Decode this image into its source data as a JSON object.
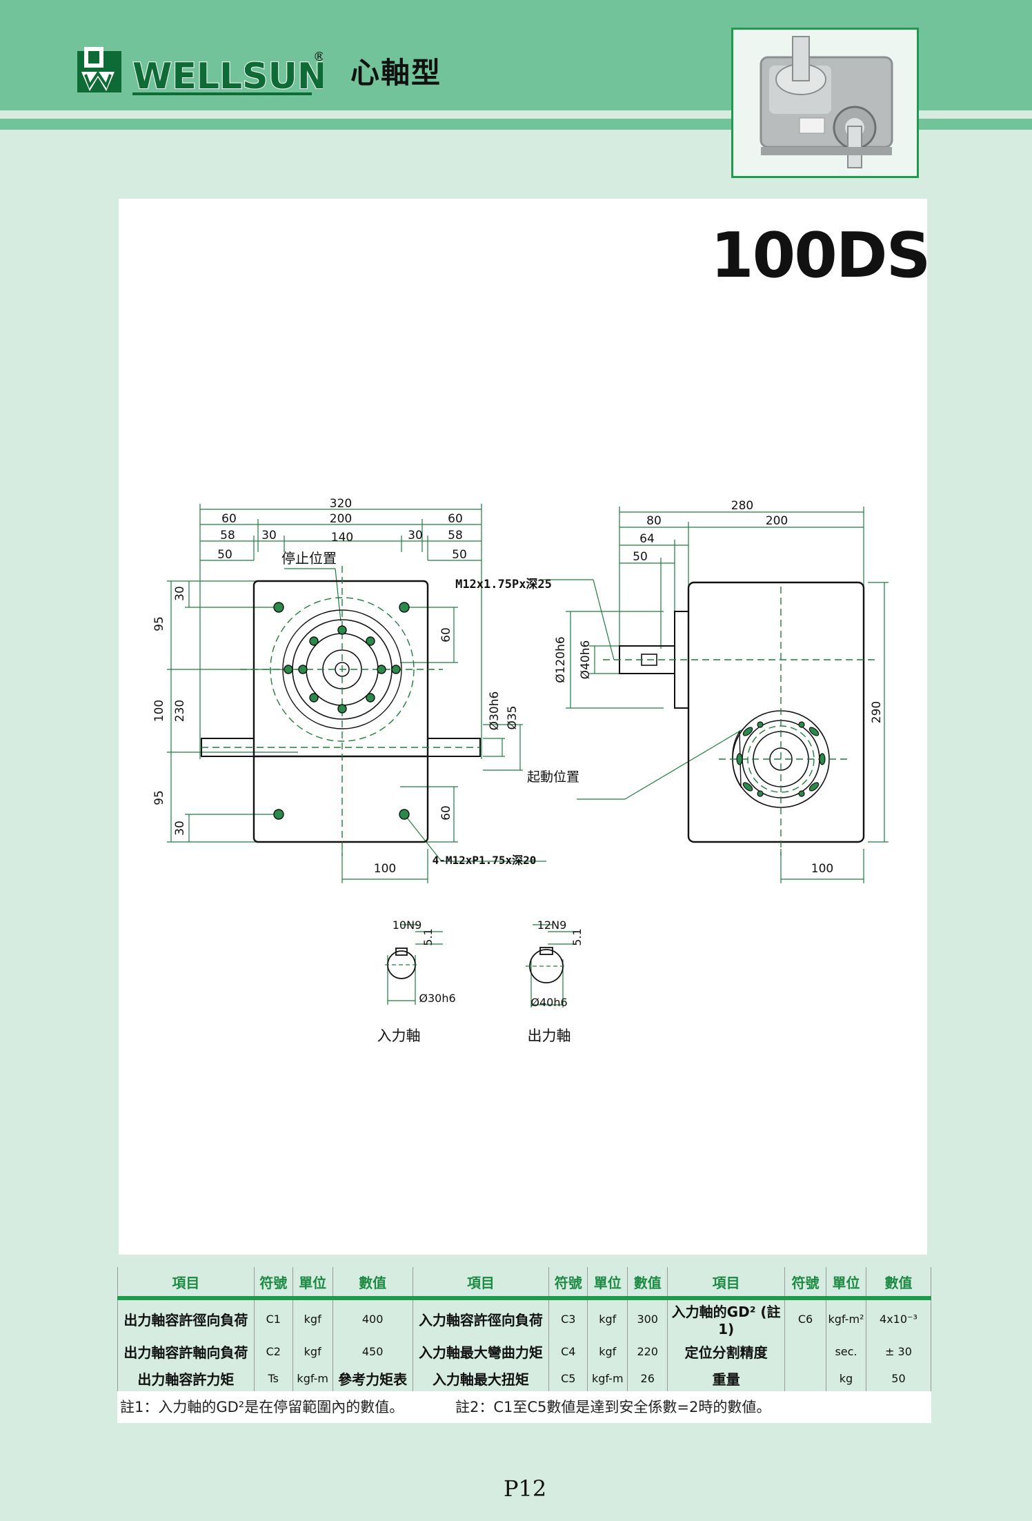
{
  "header": {
    "brand": "WELLSUN",
    "registered": "®",
    "product_type": "心軸型",
    "colors": {
      "band": "#72c39a",
      "accent": "#1f9a4d",
      "background": "#d6ece0"
    },
    "photo_icon": "indexer-product-photo"
  },
  "model": "100DS",
  "drawing": {
    "front": {
      "dims_top": [
        "320",
        "60",
        "200",
        "60",
        "58",
        "30",
        "140",
        "30",
        "58",
        "50",
        "50"
      ],
      "stop_position": "停止位置",
      "dims_left": [
        "95",
        "30",
        "100",
        "230",
        "95",
        "30"
      ],
      "dims_right": [
        "60",
        "Ø30h6",
        "Ø35",
        "60"
      ],
      "dim_bottom": "100",
      "tap_note": "4-M12xP1.75x深20"
    },
    "side": {
      "dims_top": [
        "280",
        "80",
        "200",
        "64",
        "50"
      ],
      "tap_note": "M12x1.75Px深25",
      "dims_left": [
        "Ø120h6",
        "Ø40h6"
      ],
      "start_position": "起動位置",
      "dim_right": "290",
      "dim_bottom": "100"
    },
    "shafts": [
      {
        "key": "10N9",
        "depth": "5.1",
        "dia": "Ø30h6",
        "label": "入力軸"
      },
      {
        "key": "12N9",
        "depth": "5.1",
        "dia": "Ø40h6",
        "label": "出力軸"
      }
    ]
  },
  "spec_table": {
    "headers": [
      "項目",
      "符號",
      "單位",
      "數值",
      "項目",
      "符號",
      "單位",
      "數值",
      "項目",
      "符號",
      "單位",
      "數值"
    ],
    "rows": [
      [
        "出力軸容許徑向負荷",
        "C1",
        "kgf",
        "400",
        "入力軸容許徑向負荷",
        "C3",
        "kgf",
        "300",
        "入力軸的GD² (註1)",
        "C6",
        "kgf-m²",
        "4x10⁻³"
      ],
      [
        "出力軸容許軸向負荷",
        "C2",
        "kgf",
        "450",
        "入力軸最大彎曲力矩",
        "C4",
        "kgf",
        "220",
        "定位分割精度",
        "",
        "sec.",
        "± 30"
      ],
      [
        "出力軸容許力矩",
        "Ts",
        "kgf-m",
        "參考力矩表",
        "入力軸最大扭矩",
        "C5",
        "kgf-m",
        "26",
        "重量",
        "",
        "kg",
        "50"
      ]
    ]
  },
  "notes": {
    "note1": "註1：入力軸的GD²是在停留範圍內的數值。",
    "note2": "註2：C1至C5數値是達到安全係數=2時的數値。"
  },
  "page": "P12"
}
